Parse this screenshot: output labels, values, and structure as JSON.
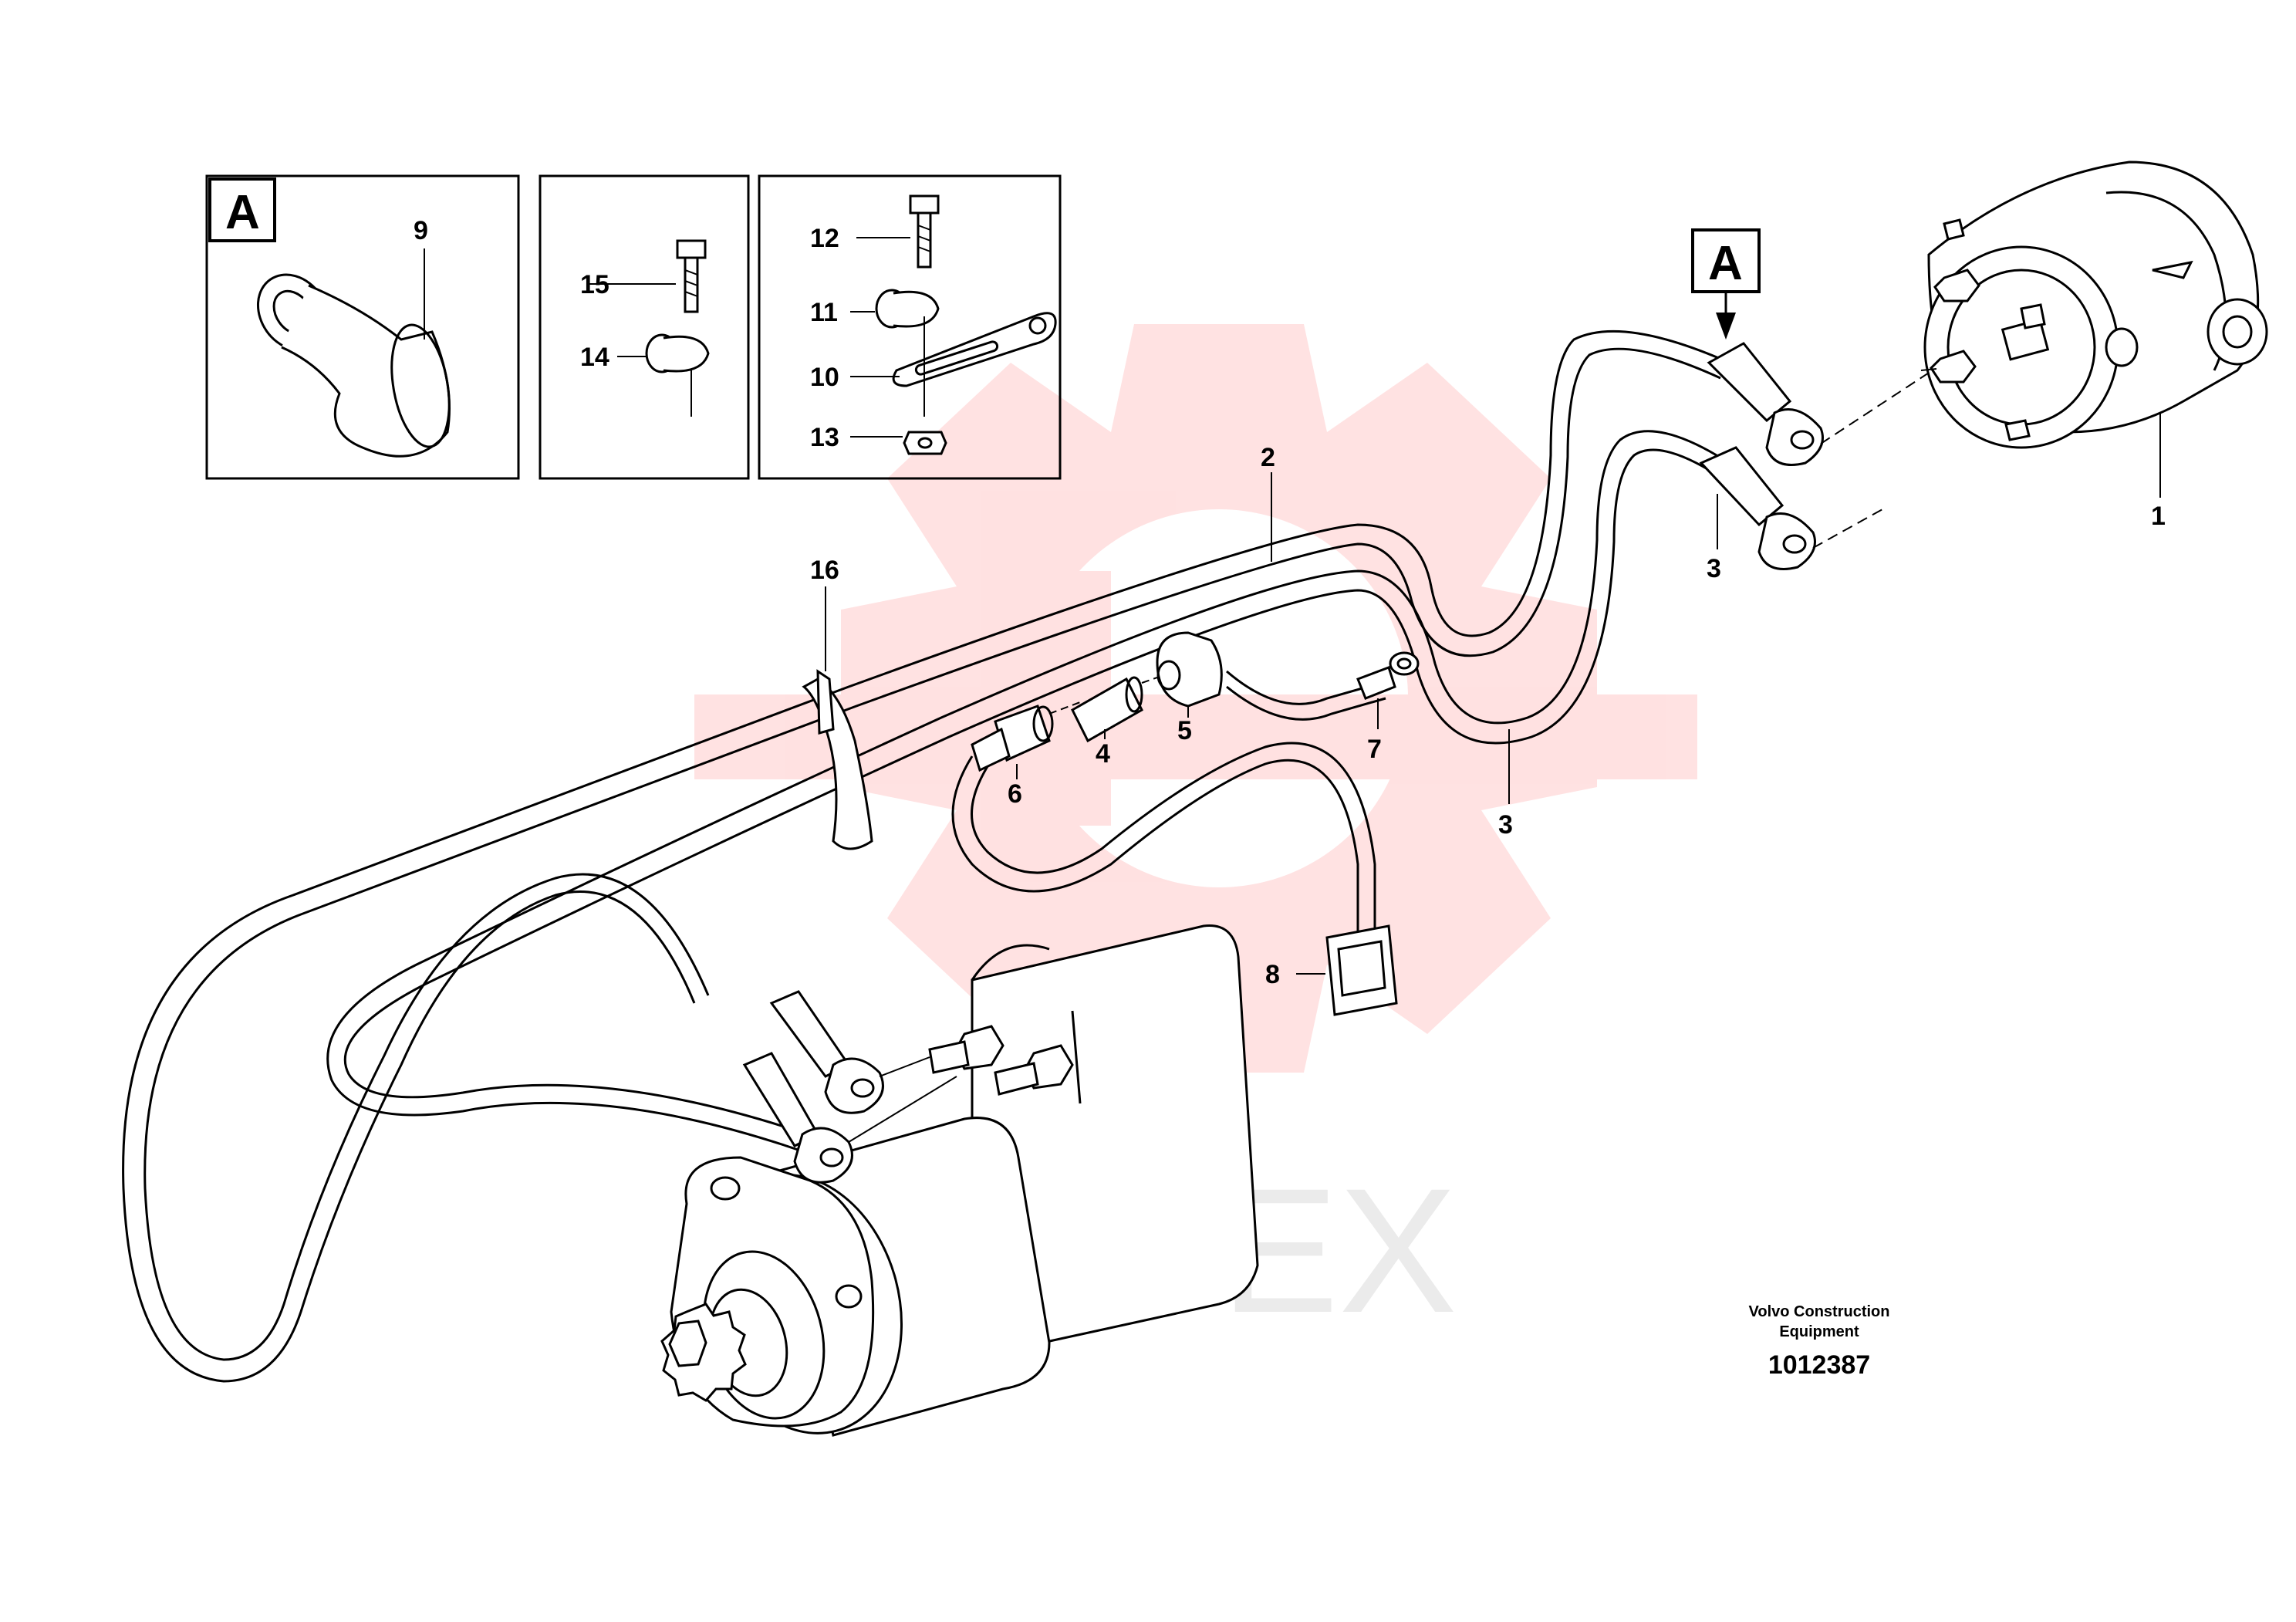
{
  "inset_panels": {
    "panel_a_letter": "A"
  },
  "view_marker": {
    "letter": "A"
  },
  "callouts": {
    "c1": "1",
    "c2": "2",
    "c3_cable": "3",
    "c3_upper": "3",
    "c4": "4",
    "c5": "5",
    "c6": "6",
    "c7": "7",
    "c8": "8",
    "c9": "9",
    "c10": "10",
    "c11": "11",
    "c12": "12",
    "c13": "13",
    "c14": "14",
    "c15": "15",
    "c16": "16"
  },
  "credit": {
    "line1": "Volvo Construction",
    "line2": "Equipment",
    "number": "1012387"
  },
  "watermark": {
    "text": "ИНТЕХ",
    "color": "#ff2020"
  }
}
